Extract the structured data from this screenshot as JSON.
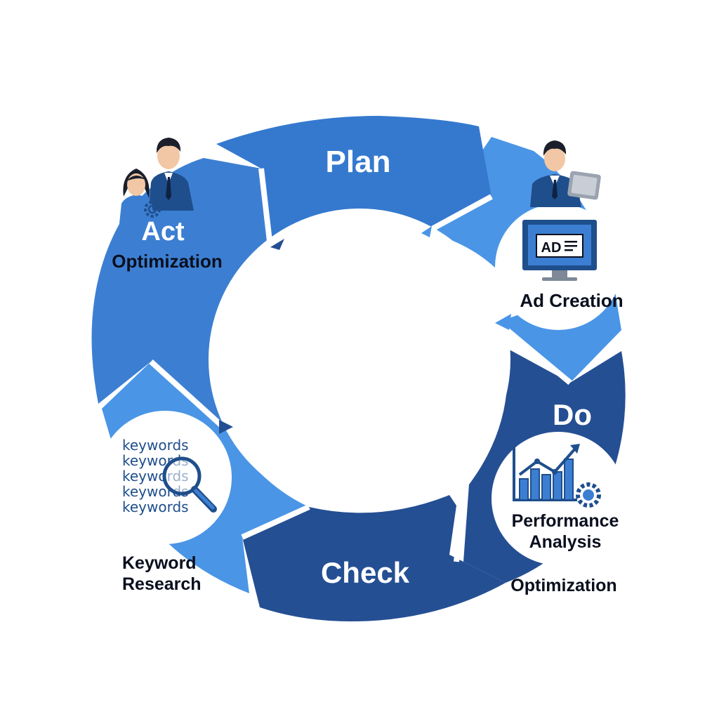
{
  "phases": {
    "plan": "Plan",
    "do": "Do",
    "check": "Check",
    "act": "Act"
  },
  "labels": {
    "act_optimization": "Optimization",
    "ad_creation": "Ad Creation",
    "performance_analysis_line1": "Performance",
    "performance_analysis_line2": "Analysis",
    "do_optimization": "Optimization",
    "keyword_research_line1": "Keyword",
    "keyword_research_line2": "Research",
    "ad_icon_text": "AD"
  },
  "keywords_list": [
    "keywords",
    "keywords",
    "keywords",
    "keywords",
    "keywords"
  ],
  "icons": [
    "team-icon",
    "gear-icon",
    "person-tablet-icon",
    "monitor-ad-icon",
    "bar-chart-trend-icon",
    "magnifier-icon"
  ],
  "colors": {
    "plan": "#3579CF",
    "do": "#254F93",
    "check": "#254F93",
    "act": "#3C7FD2",
    "light_arrow": "#4A95E6",
    "label_text": "#0A0F1E",
    "keyword_text": "#1F4E8C"
  }
}
